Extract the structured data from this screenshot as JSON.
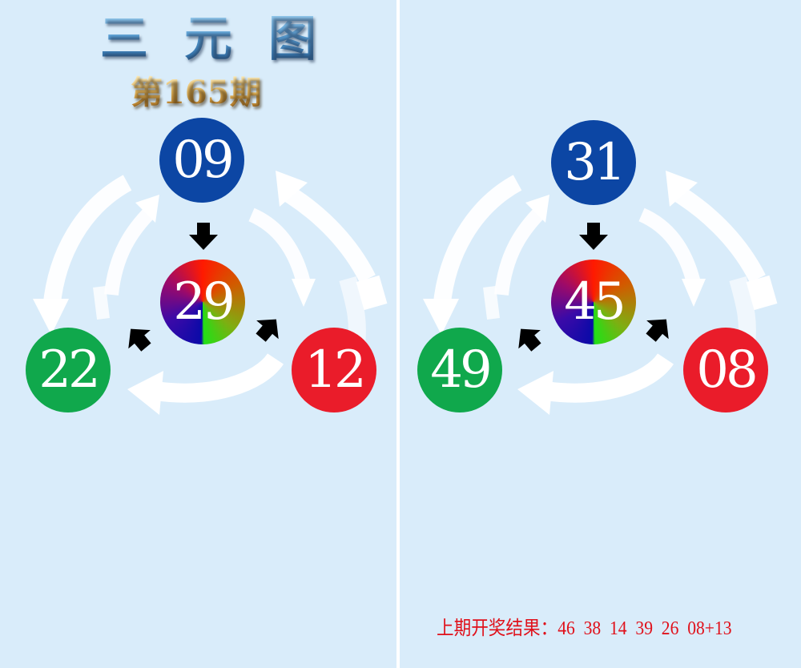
{
  "title": {
    "chars": [
      "三",
      "元",
      "图"
    ]
  },
  "issue": {
    "label": "第165期"
  },
  "panels": [
    {
      "top": {
        "value": "09",
        "color": "#0c46a4"
      },
      "center": {
        "value": "29"
      },
      "left": {
        "value": "22",
        "color": "#10a84c"
      },
      "right": {
        "value": "12",
        "color": "#ea1c2a"
      }
    },
    {
      "top": {
        "value": "31",
        "color": "#0c46a4"
      },
      "center": {
        "value": "45"
      },
      "left": {
        "value": "49",
        "color": "#10a84c"
      },
      "right": {
        "value": "08",
        "color": "#ea1c2a"
      }
    }
  ],
  "last_result": {
    "label": "上期开奖结果：",
    "numbers": "46  38  14  39  26  08+13",
    "color": "#e0101a"
  }
}
